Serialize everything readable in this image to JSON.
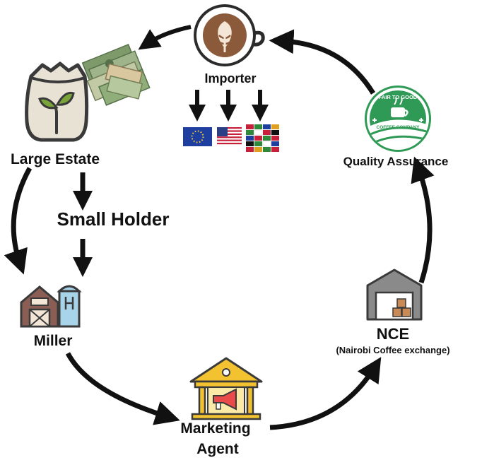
{
  "nodes": {
    "importer": {
      "label": "Importer"
    },
    "large_estate": {
      "label": "Large Estate"
    },
    "small_holder": {
      "label": "Small Holder"
    },
    "miller": {
      "label": "Miller"
    },
    "marketing_agent": {
      "label_line1": "Marketing",
      "label_line2": "Agent"
    },
    "nce": {
      "label": "NCE",
      "sublabel": "(Nairobi Coffee exchange)"
    },
    "quality_assurance": {
      "label": "Quality Assurance"
    }
  },
  "logo": {
    "top_text": "FAIR TO GOOD",
    "bottom_text": "COFFEE COMPANY"
  },
  "icons": {
    "importer": "coffee-cup-latte-art-icon",
    "money": "cash-pile-icon",
    "large_estate": "seed-sack-icon",
    "miller": "barn-silo-icon",
    "marketing_agent": "megaphone-building-icon",
    "nce": "warehouse-icon",
    "flags": [
      "eu-flag-icon",
      "us-flag-icon",
      "world-flags-icon"
    ]
  },
  "colors": {
    "arrow": "#111111",
    "sack": "#e8e2d5",
    "sprout": "#7aa43a",
    "cup": "#8a5a3b",
    "barn": "#8b5e55",
    "silo": "#a8d4ea",
    "building": "#f2c230",
    "megaphone": "#e94b4b",
    "warehouse": "#8a8a8a",
    "box": "#c98a55",
    "logo_green": "#2e9a55"
  }
}
